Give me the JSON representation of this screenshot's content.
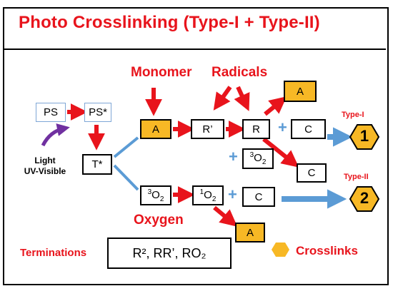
{
  "title": "Photo Crosslinking  (Type-I + Type-II)",
  "labels": {
    "monomer": "Monomer",
    "radicals": "Radicals",
    "oxygen": "Oxygen",
    "terminations": "Terminations",
    "crosslinks": "Crosslinks",
    "type1": "Type-I",
    "type2": "Type-II",
    "light": "Light",
    "uv_visible": "UV-Visible"
  },
  "nodes": {
    "ps": "PS",
    "ps_star": "PS*",
    "t_star": "T*",
    "a1": "A",
    "r_prime": "R’",
    "r": "R",
    "a_top": "A",
    "c1": "C",
    "c2": "C",
    "o2_3_sup": "3",
    "o2_3_main": "O",
    "o2_3_sub": "2",
    "o2_3b_sup": "3",
    "o2_3b_main": "O",
    "o2_3b_sub": "2",
    "o2_1_sup": "1",
    "o2_1_main": "O",
    "o2_1_sub": "2",
    "c3": "C",
    "a_bottom": "A"
  },
  "products": {
    "one": "1",
    "two": "2"
  },
  "terminations_text": "R², RR’, RO₂",
  "colors": {
    "red": "#e8141c",
    "orange": "#f7b825",
    "blue": "#5b9bd5",
    "purple": "#7030a0",
    "hex_fill": "#f7b825"
  }
}
